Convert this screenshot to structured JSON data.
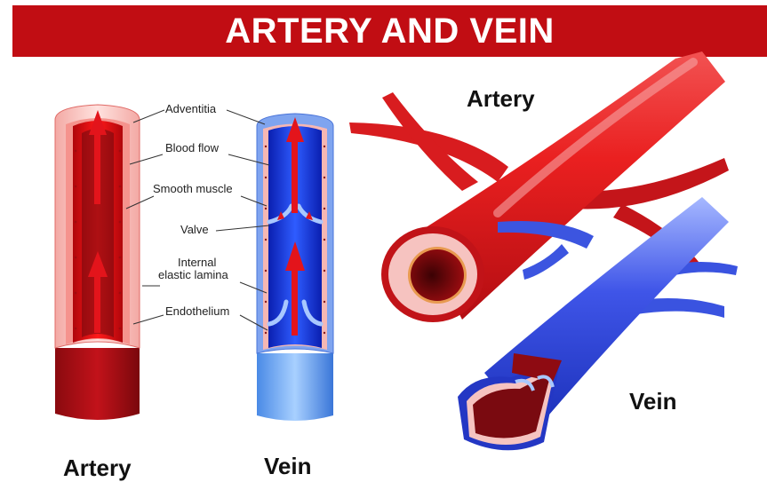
{
  "title": "ARTERY AND VEIN",
  "colors": {
    "banner": "#c10d13",
    "artery_red": "#d7191f",
    "artery_dark": "#6b0a0e",
    "vein_blue": "#1f3fd6",
    "vein_light": "#8fb0f0",
    "wall_pink": "#f6b7b3"
  },
  "labels": {
    "adventitia": "Adventitia",
    "blood_flow": "Blood flow",
    "smooth_muscle": "Smooth muscle",
    "valve": "Valve",
    "internal_elastic_lamina_1": "Internal",
    "internal_elastic_lamina_2": "elastic lamina",
    "endothelium": "Endothelium"
  },
  "left_captions": {
    "artery": "Artery",
    "vein": "Vein"
  },
  "right_captions": {
    "artery": "Artery",
    "vein": "Vein"
  },
  "icons": [
    "arrow-up-icon"
  ]
}
